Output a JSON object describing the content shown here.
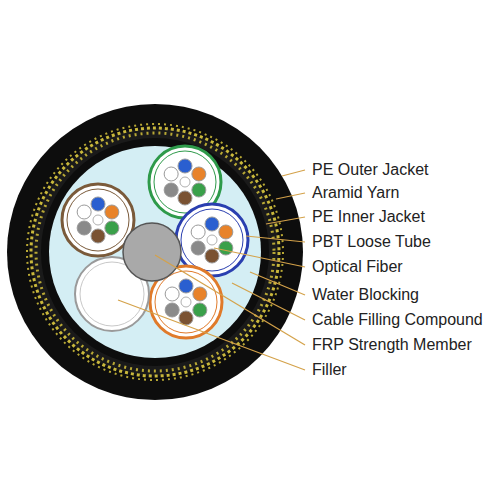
{
  "diagram": {
    "labels": [
      "PE Outer Jacket",
      "Aramid Yarn",
      "PE Inner Jacket",
      "PBT Loose Tube",
      "Optical Fiber",
      "Water Blocking",
      "Cable Filling Compound",
      "FRP Strength Member",
      "Filler"
    ]
  }
}
